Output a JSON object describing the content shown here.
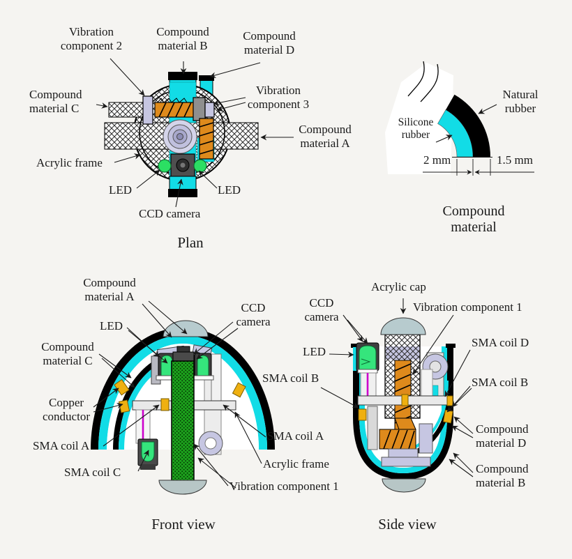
{
  "figure_colors": {
    "silicone_cyan": "#12dce6",
    "natural_rubber_black": "#000000",
    "coil_orange": "#de8a1c",
    "led_green": "#35e57c",
    "vibration_green": "#1ca21c",
    "copper_yellow": "#efb010",
    "component_lavender": "#c6c6e2",
    "acrylic_gray": "#b7cbce"
  },
  "plan": {
    "caption": "Plan",
    "labels": {
      "vibration_component_2": "Vibration\ncomponent 2",
      "compound_material_b": "Compound\nmaterial B",
      "compound_material_d": "Compound\nmaterial D",
      "compound_material_c": "Compound\nmaterial C",
      "vibration_component_3": "Vibration\ncomponent 3",
      "compound_material_a": "Compound\nmaterial A",
      "acrylic_frame": "Acrylic frame",
      "led_left": "LED",
      "led_right": "LED",
      "ccd_camera": "CCD camera"
    }
  },
  "compound_detail": {
    "caption": "Compound material",
    "labels": {
      "silicone_rubber": "Silicone\nrubber",
      "natural_rubber": "Natural\nrubber",
      "silicone_thickness": "2 mm",
      "natural_thickness": "1.5 mm"
    }
  },
  "front_view": {
    "caption": "Front view",
    "labels": {
      "compound_material_a": "Compound\nmaterial A",
      "ccd_camera": "CCD\ncamera",
      "led": "LED",
      "compound_material_c": "Compound\nmaterial C",
      "copper_conductor": "Copper\nconductor",
      "sma_coil_a_left": "SMA coil A",
      "sma_coil_c": "SMA coil C",
      "sma_coil_a_right": "SMA coil A",
      "acrylic_frame": "Acrylic frame",
      "vibration_component_1": "Vibration component 1"
    }
  },
  "side_view": {
    "caption": "Side view",
    "labels": {
      "acrylic_cap": "Acrylic cap",
      "ccd_camera": "CCD\ncamera",
      "vibration_component_1": "Vibration component 1",
      "led": "LED",
      "sma_coil_b_left": "SMA coil B",
      "sma_coil_d": "SMA coil D",
      "sma_coil_b_right": "SMA coil B",
      "compound_material_d": "Compound\nmaterial D",
      "compound_material_b": "Compound\nmaterial B"
    }
  }
}
